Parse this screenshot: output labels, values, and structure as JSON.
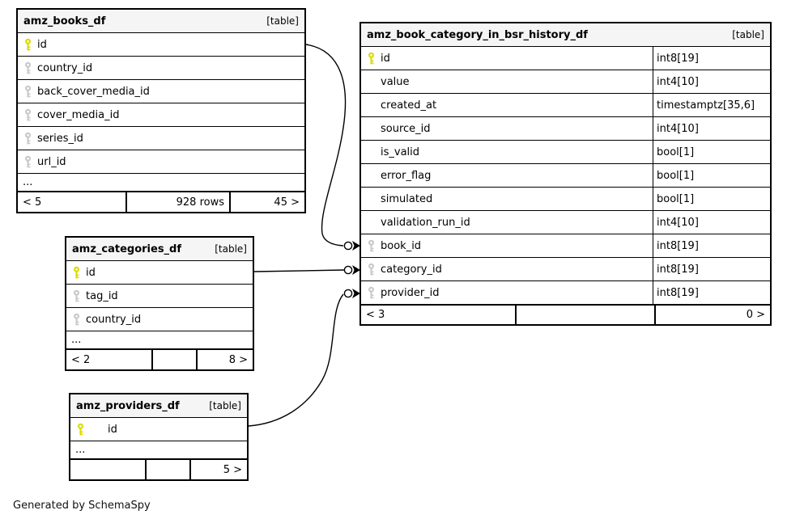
{
  "diagram": {
    "footer_note": "Generated by SchemaSpy"
  },
  "icons": {
    "primary_key_icon": "yellow key glyph",
    "foreign_key_icon": "gray key glyph",
    "relationship_end": "open circle with solid arrowhead"
  },
  "colors": {
    "primary_key": "#dcda00",
    "foreign_key": "#c9c9c9",
    "header_bg": "#f5f5f5",
    "border": "#000000",
    "background": "#ffffff"
  },
  "tables": {
    "books": {
      "title": "amz_books_df",
      "tag": "[table]",
      "columns": [
        {
          "name": "id",
          "key": "pk"
        },
        {
          "name": "country_id",
          "key": "fk"
        },
        {
          "name": "back_cover_media_id",
          "key": "fk"
        },
        {
          "name": "cover_media_id",
          "key": "fk"
        },
        {
          "name": "series_id",
          "key": "fk"
        },
        {
          "name": "url_id",
          "key": "fk"
        }
      ],
      "ellipsis": "...",
      "footer": {
        "left": "< 5",
        "middle": "928 rows",
        "right": "45 >"
      }
    },
    "bsr": {
      "title": "amz_book_category_in_bsr_history_df",
      "tag": "[table]",
      "columns": [
        {
          "name": "id",
          "type": "int8[19]",
          "key": "pk"
        },
        {
          "name": "value",
          "type": "int4[10]",
          "key": ""
        },
        {
          "name": "created_at",
          "type": "timestamptz[35,6]",
          "key": ""
        },
        {
          "name": "source_id",
          "type": "int4[10]",
          "key": ""
        },
        {
          "name": "is_valid",
          "type": "bool[1]",
          "key": ""
        },
        {
          "name": "error_flag",
          "type": "bool[1]",
          "key": ""
        },
        {
          "name": "simulated",
          "type": "bool[1]",
          "key": ""
        },
        {
          "name": "validation_run_id",
          "type": "int4[10]",
          "key": ""
        },
        {
          "name": "book_id",
          "type": "int8[19]",
          "key": "fk"
        },
        {
          "name": "category_id",
          "type": "int8[19]",
          "key": "fk"
        },
        {
          "name": "provider_id",
          "type": "int8[19]",
          "key": "fk"
        }
      ],
      "footer": {
        "left": "< 3",
        "middle": "",
        "right": "0 >"
      }
    },
    "categories": {
      "title": "amz_categories_df",
      "tag": "[table]",
      "columns": [
        {
          "name": "id",
          "key": "pk"
        },
        {
          "name": "tag_id",
          "key": "fk"
        },
        {
          "name": "country_id",
          "key": "fk"
        }
      ],
      "ellipsis": "...",
      "footer": {
        "left": "< 2",
        "middle": "",
        "right": "8 >"
      }
    },
    "providers": {
      "title": "amz_providers_df",
      "tag": "[table]",
      "columns": [
        {
          "name": "id",
          "key": "pk"
        }
      ],
      "ellipsis": "...",
      "footer": {
        "left": "",
        "middle": "",
        "right": "5 >"
      }
    }
  }
}
